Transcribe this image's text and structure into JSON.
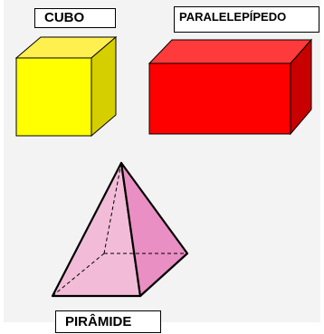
{
  "labels": {
    "cube": "CUBO",
    "parallelepiped": "PARALELEPÍPEDO",
    "pyramid": "PIRÂMIDE"
  },
  "colors": {
    "cube_front": "#ffff00",
    "cube_top": "#ffef4f",
    "cube_side": "#d6cf00",
    "box_front": "#ff0000",
    "box_top": "#ff3a3a",
    "box_side": "#c80000",
    "pyramid_face": "#f2bcd8",
    "pyramid_side": "#e98fc3",
    "background": "#f3f3f3"
  }
}
